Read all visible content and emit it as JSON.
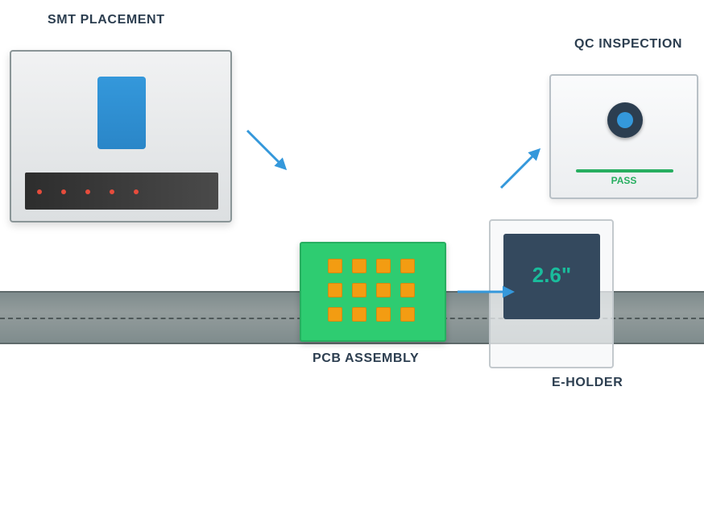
{
  "stations": {
    "smt": {
      "label": "SMT PLACEMENT"
    },
    "pcb": {
      "label": "PCB ASSEMBLY"
    },
    "eholder": {
      "label": "E-HOLDER",
      "display_value": "2.6\""
    },
    "qc": {
      "label": "QC INSPECTION",
      "status": "PASS"
    }
  },
  "colors": {
    "accent_blue": "#3498db",
    "pcb_green": "#2ecc71",
    "chip_orange": "#f39c12",
    "pass_green": "#27ae60",
    "led_red": "#e74c3c",
    "label_text": "#2c3e50"
  },
  "icons": [
    "smt-nozzle-icon",
    "status-led-icon",
    "chip-icon",
    "camera-lens-icon",
    "flow-arrow-icon"
  ]
}
